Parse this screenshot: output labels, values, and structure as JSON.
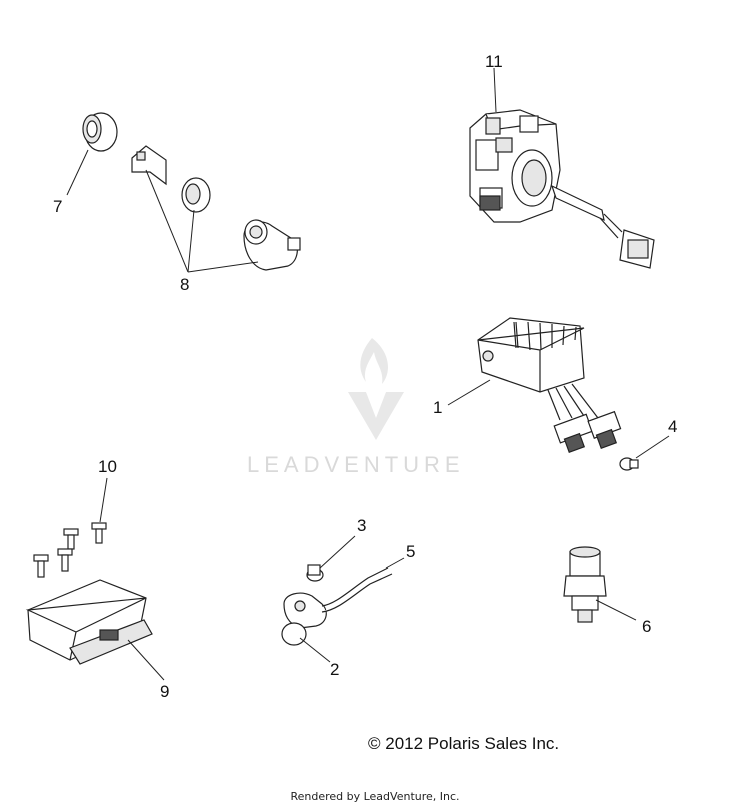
{
  "diagram": {
    "callouts": {
      "c1": "1",
      "c2": "2",
      "c3": "3",
      "c4": "4",
      "c5": "5",
      "c6": "6",
      "c7": "7",
      "c8": "8",
      "c9": "9",
      "c10": "10",
      "c11": "11"
    },
    "watermark": "LEADVENTURE",
    "copyright_symbol": "©",
    "copyright": "2012 Polaris Sales Inc.",
    "rendered_by": "Rendered by LeadVenture, Inc."
  }
}
